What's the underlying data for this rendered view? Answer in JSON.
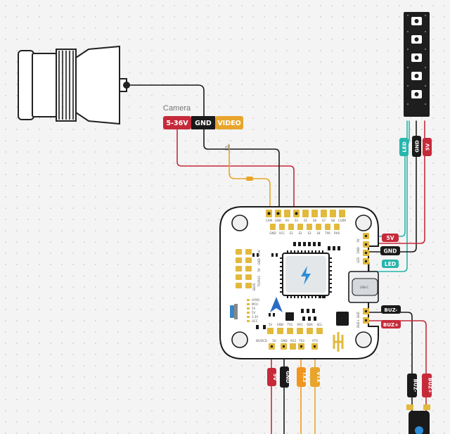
{
  "camera": {
    "title": "Camera",
    "pins": [
      "5-36V",
      "GND",
      "VIDEO"
    ]
  },
  "led_strip": {
    "wire_labels": [
      "LED",
      "GND",
      "5V"
    ]
  },
  "fc_board": {
    "top_pads": [
      "CAM",
      "GND",
      "9V",
      "5V",
      "S5",
      "S6",
      "S7",
      "S8",
      "CURR"
    ],
    "top_pads_row2": [
      "GND",
      "VCC",
      "S1",
      "S2",
      "S3",
      "S4",
      "TX6",
      "RX6"
    ],
    "left_pads": [
      "4.5V",
      "GND",
      "5V",
      "RX2",
      "TX2",
      "SBUS"
    ],
    "status_leds": [
      "GYRO",
      "MCU",
      "5V",
      "5V",
      "3.3V",
      "UCC"
    ],
    "bottom_pads": [
      "5V",
      "GND",
      "TX1",
      "RX1",
      "SDA",
      "SCL"
    ],
    "bottom_pads_row2": [
      "BV/DCD",
      "5V",
      "GND",
      "RX3",
      "TX3",
      "VTX"
    ],
    "right_pads_led": [
      "5V",
      "GND",
      "LED"
    ],
    "right_pads_buz": [
      "BUZ-",
      "BUZ+"
    ],
    "usb_label": "USB-C"
  },
  "right_tags": [
    "5V",
    "GND",
    "LED"
  ],
  "buzzer_tags": [
    "BUZ-",
    "BUZ+"
  ],
  "buzzer_wire_labels": [
    "BUZ-",
    "BUZ+"
  ],
  "bottom_wire_labels": [
    "9V",
    "GND",
    "TX3",
    "VTX"
  ],
  "colors": {
    "red": "#c62a3a",
    "black": "#1a1a1a",
    "yellow": "#e8a52c",
    "orange": "#f0961e",
    "teal": "#28b5ac",
    "board": "#ffffff",
    "pad": "#e2b93b"
  }
}
